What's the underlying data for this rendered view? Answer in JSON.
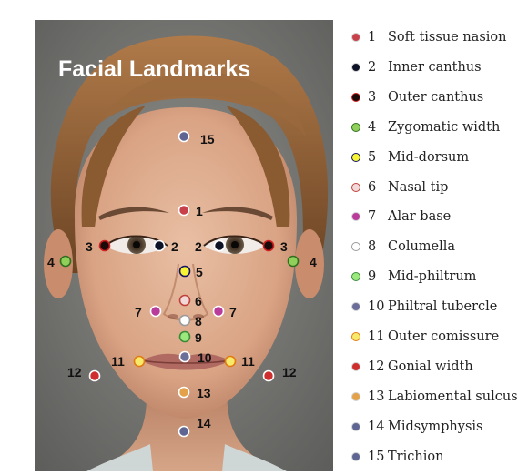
{
  "diagram": {
    "title": "Facial Landmarks"
  },
  "landmarks": [
    {
      "id": "1",
      "name": "Soft tissue nasion",
      "color": "#c8414a",
      "border": "#ffffff"
    },
    {
      "id": "2",
      "name": "Inner canthus",
      "color": "#0e1226",
      "border": "#ffffff"
    },
    {
      "id": "3",
      "name": "Outer canthus",
      "color": "#1a0a0a",
      "border": "#d02020"
    },
    {
      "id": "4",
      "name": "Zygomatic width",
      "color": "#8fcf5a",
      "border": "#2f6f1f"
    },
    {
      "id": "5",
      "name": "Mid-dorsum",
      "color": "#f5f535",
      "border": "#12125e"
    },
    {
      "id": "6",
      "name": "Nasal tip",
      "color": "#f2d9d9",
      "border": "#c0403a"
    },
    {
      "id": "7",
      "name": "Alar base",
      "color": "#b93b9a",
      "border": "#ffffff"
    },
    {
      "id": "8",
      "name": "Columella",
      "color": "#ffffff",
      "border": "#9a9a9a"
    },
    {
      "id": "9",
      "name": "Mid-philtrum",
      "color": "#9be87d",
      "border": "#3a8a3a"
    },
    {
      "id": "10",
      "name": "Philtral tubercle",
      "color": "#6b6e98",
      "border": "#ffffff"
    },
    {
      "id": "11",
      "name": "Outer comissure",
      "color": "#f7ea6a",
      "border": "#e07a12"
    },
    {
      "id": "12",
      "name": "Gonial width",
      "color": "#cf2e2e",
      "border": "#ffffff"
    },
    {
      "id": "13",
      "name": "Labiomental sulcus",
      "color": "#e3a24a",
      "border": "#ffffff"
    },
    {
      "id": "14",
      "name": "Midsymphysis",
      "color": "#5f6592",
      "border": "#ffffff"
    },
    {
      "id": "15",
      "name": "Trichion",
      "color": "#5f6592",
      "border": "#ffffff"
    }
  ]
}
